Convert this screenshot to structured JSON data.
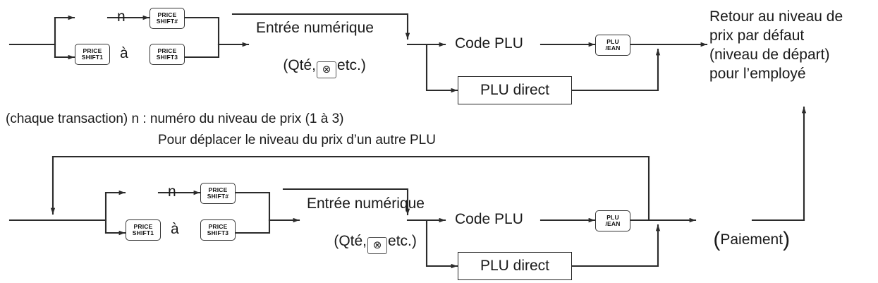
{
  "title": "Niveaux de prix PLU - diagramme de flux",
  "keys": {
    "price_shift_n": {
      "line1": "PRICE",
      "line2": "SHIFT#"
    },
    "price_shift_1": {
      "line1": "PRICE",
      "line2": "SHIFT1"
    },
    "price_shift_3": {
      "line1": "PRICE",
      "line2": "SHIFT3"
    },
    "plu_ean": {
      "line1": "PLU",
      "line2": "/EAN"
    },
    "multiply": {
      "glyph": "⊗"
    }
  },
  "labels": {
    "n": "n",
    "a": "à",
    "numeric_entry_l1": "Entrée numérique",
    "numeric_entry_l2_pre": "(Qté,",
    "numeric_entry_l2_post": "etc.)",
    "code_plu": "Code PLU",
    "plu_direct": "PLU direct",
    "paiement": "Paiement",
    "bracket_open": "(",
    "bracket_close": ")"
  },
  "notes": {
    "each_transaction": "(chaque transaction) n : numéro du niveau de prix (1 à 3)",
    "move_level": "Pour déplacer le niveau du prix d’un autre PLU"
  },
  "right_text": {
    "line1": "Retour au niveau de",
    "line2": "prix par défaut",
    "line3": "(niveau de départ)",
    "line4": "pour l’employé"
  },
  "colors": {
    "line": "#2b2b2b",
    "text": "#1a1a1a",
    "background": "#ffffff",
    "keycap_border": "#333333"
  },
  "diagram_data": {
    "type": "flowchart",
    "flows": [
      {
        "name": "upper-flow",
        "steps": [
          "start",
          "n + PRICE SHIFT#",
          "PRICE SHIFT1 à PRICE SHIFT3",
          "Entrée numérique (Qté, ⊗ etc.)",
          "Code PLU → PLU/EAN",
          "PLU direct",
          "Retour au niveau de prix par défaut (niveau de départ) pour l’employé"
        ]
      },
      {
        "name": "lower-flow",
        "steps": [
          "start",
          "n + PRICE SHIFT#",
          "PRICE SHIFT1 à PRICE SHIFT3",
          "Entrée numérique (Qté, ⊗ etc.)",
          "Code PLU → PLU/EAN",
          "PLU direct",
          "Paiement",
          "retour vers le début (boucle)"
        ]
      }
    ]
  }
}
